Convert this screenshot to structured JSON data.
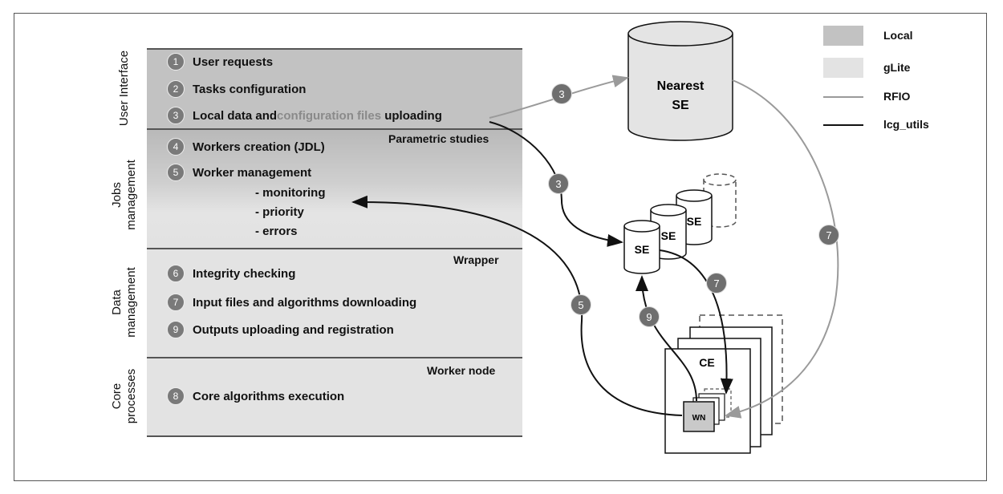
{
  "layers": [
    {
      "label": "User Interface",
      "tag": ""
    },
    {
      "label": "Jobs management",
      "tag": "Parametric studies"
    },
    {
      "label": "Data management",
      "tag": "Wrapper"
    },
    {
      "label": "Core processes",
      "tag": "Worker node"
    }
  ],
  "steps": {
    "s1": {
      "num": "1",
      "text": "User requests"
    },
    "s2": {
      "num": "2",
      "text": "Tasks configuration"
    },
    "s3": {
      "num": "3",
      "text_a": "Local data and ",
      "text_b": "configuration files",
      "text_c": " uploading"
    },
    "s4": {
      "num": "4",
      "text": "Workers creation (JDL)"
    },
    "s5": {
      "num": "5",
      "text": "Worker management"
    },
    "s6": {
      "num": "6",
      "text": "Integrity checking"
    },
    "s7": {
      "num": "7",
      "text": "Input files and algorithms downloading"
    },
    "s9": {
      "num": "9",
      "text": "Outputs uploading and registration"
    },
    "s8": {
      "num": "8",
      "text": "Core algorithms execution"
    }
  },
  "worker_sub": [
    "- monitoring",
    "- priority",
    "- errors"
  ],
  "legend": [
    {
      "label": "Local",
      "color": "#c2c2c2"
    },
    {
      "label": "gLite",
      "color": "#e3e3e3"
    },
    {
      "label": "RFIO",
      "color": "#9a9a9a"
    },
    {
      "label": "lcg_utils",
      "color": "#111111"
    }
  ],
  "nodes": {
    "nearest_se_line1": "Nearest",
    "nearest_se_line2": "SE",
    "se": "SE",
    "ce": "CE",
    "wn": "WN"
  },
  "arrow_labels": {
    "a3_top": "3",
    "a3_mid": "3",
    "a5": "5",
    "a7_se": "7",
    "a7_right": "7",
    "a9": "9"
  }
}
